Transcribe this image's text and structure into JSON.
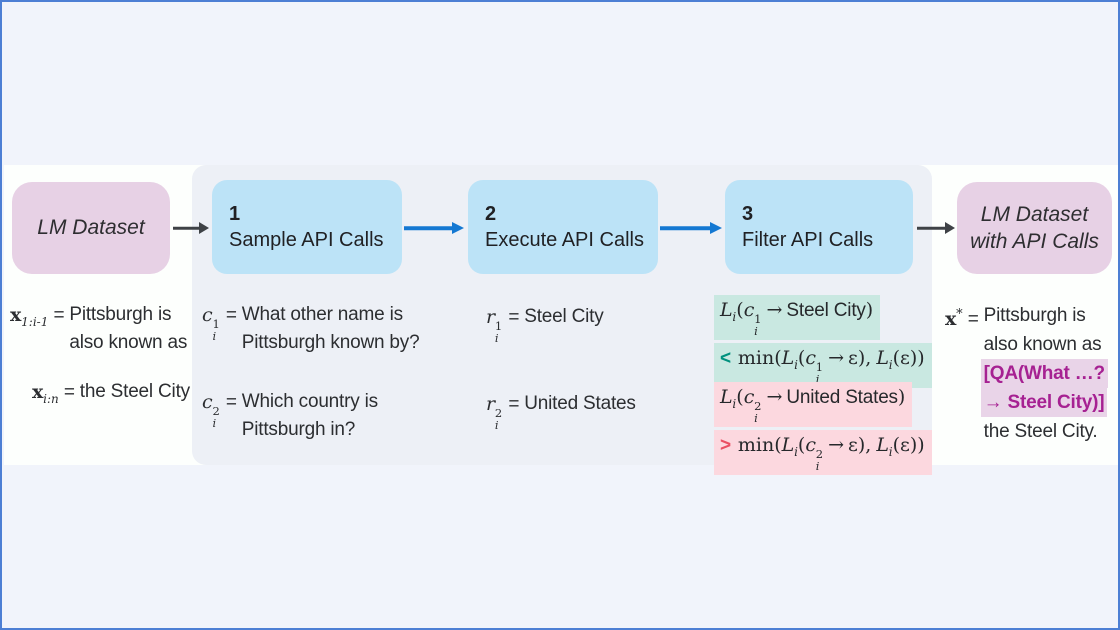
{
  "flow": {
    "source": {
      "label": "LM Dataset"
    },
    "steps": [
      {
        "num": "1",
        "label": "Sample API Calls"
      },
      {
        "num": "2",
        "label": "Execute API Calls"
      },
      {
        "num": "3",
        "label": "Filter API Calls"
      }
    ],
    "result": {
      "label_line1": "LM Dataset",
      "label_line2": "with API Calls"
    }
  },
  "input_text": {
    "row1": {
      "var": "x",
      "sub": "1:i-1",
      "eq": "=",
      "line1": "Pittsburgh is",
      "line2": "also known as"
    },
    "row2": {
      "var": "x",
      "sub": "i:n",
      "eq": "=",
      "line1": "the Steel City"
    }
  },
  "api_calls": {
    "row1": {
      "var": "c",
      "sup": "1",
      "sub": "i",
      "eq": "=",
      "line1": "What other name is",
      "line2": "Pittsburgh known by?"
    },
    "row2": {
      "var": "c",
      "sup": "2",
      "sub": "i",
      "eq": "=",
      "line1": "Which country is",
      "line2": "Pittsburgh in?"
    }
  },
  "api_results": {
    "row1": {
      "var": "r",
      "sup": "1",
      "sub": "i",
      "eq": "=",
      "text": "Steel City"
    },
    "row2": {
      "var": "r",
      "sup": "2",
      "sub": "i",
      "eq": "=",
      "text": "United States"
    }
  },
  "filter": {
    "keep": {
      "line1": {
        "L": "L",
        "Lsub": "i",
        "open": "(",
        "c": "c",
        "csup": "1",
        "csub": "i",
        "arrow": "→",
        "value": "Steel City",
        "close": ")"
      },
      "line2": {
        "cmp": "<",
        "min": "min(",
        "L": "L",
        "Lsub": "i",
        "open": "(",
        "c": "c",
        "csup": "1",
        "csub": "i",
        "arrow": "→",
        "eps_close": "ε),",
        "L2": "L",
        "L2sub": "i",
        "tail": "(ε))"
      }
    },
    "reject": {
      "line1": {
        "L": "L",
        "Lsub": "i",
        "open": "(",
        "c": "c",
        "csup": "2",
        "csub": "i",
        "arrow": "→",
        "value": "United States",
        "close": ")"
      },
      "line2": {
        "cmp": ">",
        "min": "min(",
        "L": "L",
        "Lsub": "i",
        "open": "(",
        "c": "c",
        "csup": "2",
        "csub": "i",
        "arrow": "→",
        "eps_close": "ε),",
        "L2": "L",
        "L2sub": "i",
        "tail": "(ε))"
      }
    }
  },
  "output_text": {
    "var": "x",
    "sup": "*",
    "eq": "=",
    "line1": "Pittsburgh is",
    "line2": "also known as",
    "api_line1": "[QA(What …?",
    "api_line2": "→ Steel City)]",
    "line3": "the Steel City."
  },
  "colors": {
    "border": "#4d7fd4",
    "background": "#f1f4fb",
    "white_band": "#fdfffd",
    "center_panel": "#edf0f6",
    "pink_box": "#e7d1e5",
    "blue_box": "#bce3f7",
    "blue_arrow": "#1478d2",
    "dark_arrow": "#3e4246",
    "keep_highlight": "#c9e8e1",
    "keep_cmp": "#00917e",
    "reject_highlight": "#fcd8df",
    "reject_cmp": "#ea4f63",
    "qa_highlight": "#e9d4e8",
    "qa_text": "#a62192"
  }
}
